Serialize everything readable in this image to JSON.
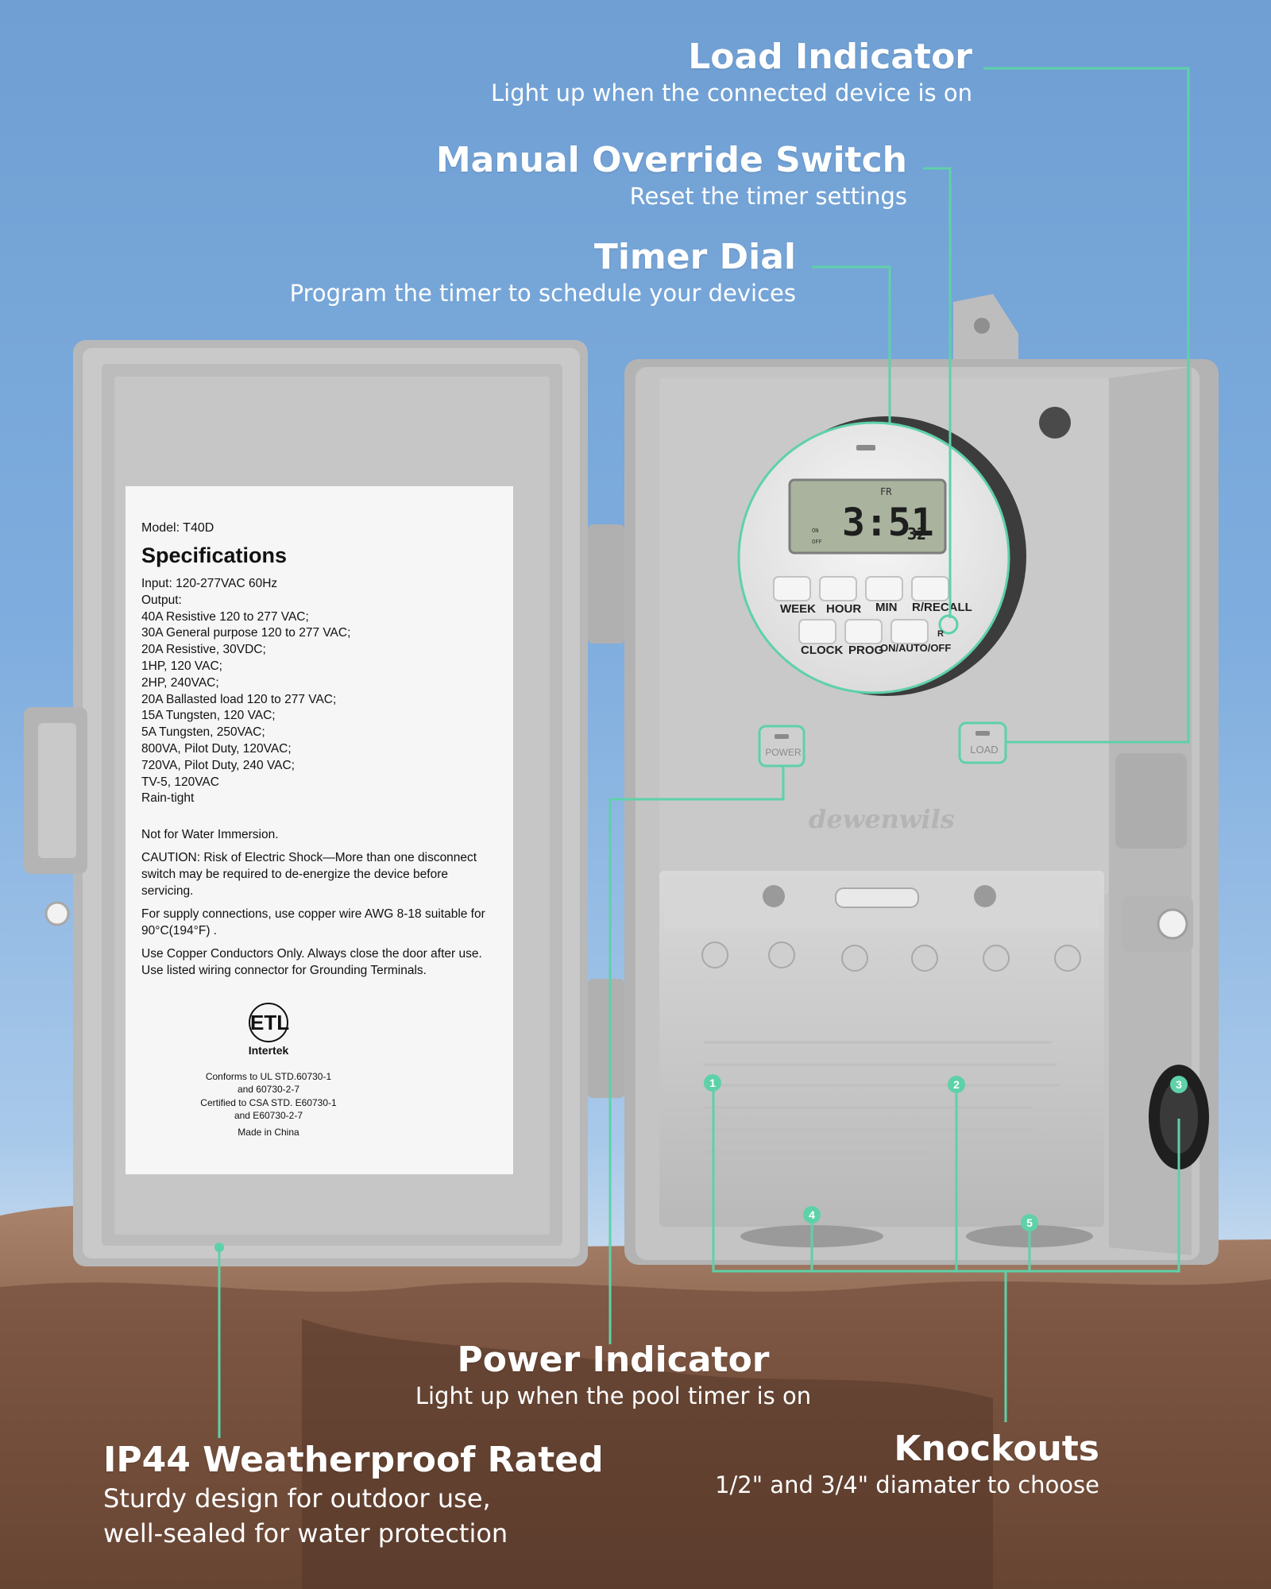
{
  "callouts": {
    "load_indicator": {
      "title": "Load Indicator",
      "desc": "Light up when the connected device is on"
    },
    "manual_override": {
      "title": "Manual Override Switch",
      "desc": "Reset the timer settings"
    },
    "timer_dial": {
      "title": "Timer Dial",
      "desc": "Program the timer to schedule your devices"
    },
    "power_indicator": {
      "title": "Power Indicator",
      "desc": "Light up when the pool timer is on"
    },
    "weatherproof": {
      "title": "IP44 Weatherproof Rated",
      "desc_line1": "Sturdy design for outdoor use,",
      "desc_line2": "well-sealed for water protection"
    },
    "knockouts": {
      "title": "Knockouts",
      "desc": "1/2\" and 3/4\" diamater to choose"
    }
  },
  "spec_label": {
    "model": "Model: T40D",
    "heading": "Specifications",
    "lines": [
      "Input: 120-277VAC 60Hz",
      "Output:",
      "40A Resistive 120 to 277 VAC;",
      "30A General purpose 120 to 277 VAC;",
      "20A Resistive, 30VDC;",
      "1HP, 120 VAC;",
      "2HP, 240VAC;",
      "20A Ballasted load 120 to 277 VAC;",
      "15A Tungsten, 120 VAC;",
      "5A Tungsten, 250VAC;",
      "800VA, Pilot Duty, 120VAC;",
      "720VA, Pilot Duty, 240 VAC;",
      "TV-5, 120VAC",
      "Rain-tight"
    ],
    "water": "Not for Water Immersion.",
    "caution": "CAUTION: Risk of Electric Shock—More than one disconnect switch may be required to de-energize the device before servicing.",
    "supply": "For supply connections, use copper wire AWG 8-18 suitable for 90°C(194°F) .",
    "copper": "Use Copper Conductors Only. Always close the door after use. Use listed wiring connector for Grounding Terminals.",
    "etl_logo": "ETL",
    "etl_brand": "Intertek",
    "conformity": [
      "Conforms to UL STD.60730-1",
      "and 60730-2-7",
      "Certified to CSA STD. E60730-1",
      "and E60730-2-7",
      "Made in China"
    ]
  },
  "timer": {
    "day": "FR",
    "time": "3:51",
    "seconds": "32",
    "on_label": "ON",
    "off_label": "OFF",
    "buttons_row1": [
      "WEEK",
      "HOUR",
      "MIN",
      "R/RECALL"
    ],
    "buttons_row2": [
      "CLOCK",
      "PROG",
      "ON/AUTO/OFF"
    ],
    "reset_label": "R"
  },
  "panel": {
    "power_label": "POWER",
    "load_label": "LOAD",
    "brand": "dewenwils",
    "knockout_numbers": [
      "1",
      "2",
      "3",
      "4",
      "5"
    ]
  },
  "colors": {
    "accent": "#5ed1a8",
    "sky": "#7aa8db",
    "enclosure": "#c9c9c9"
  }
}
